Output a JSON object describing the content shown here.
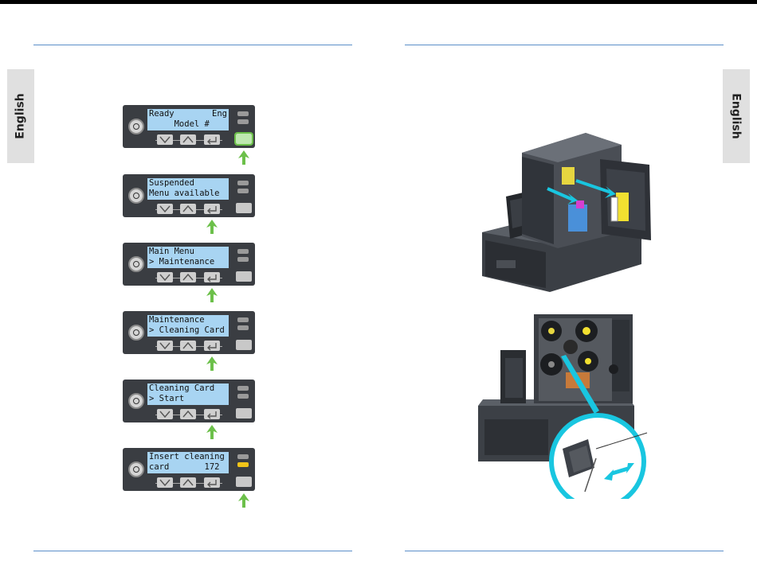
{
  "page": {
    "left_tab": "English",
    "right_tab": "English"
  },
  "panels": [
    {
      "line1_left": "Ready",
      "line1_right": "Eng",
      "line2": "     Model #",
      "light": "green",
      "icon": "gray",
      "arrow_target": "light"
    },
    {
      "line1_left": "Suspended",
      "line1_right": "",
      "line2": "Menu available",
      "light": "gray",
      "icon": "gray",
      "arrow_target": "enter"
    },
    {
      "line1_left": "Main Menu",
      "line1_right": "",
      "line2": "> Maintenance",
      "light": "gray",
      "icon": "gray",
      "arrow_target": "enter"
    },
    {
      "line1_left": "Maintenance",
      "line1_right": "",
      "line2": "> Cleaning Card",
      "light": "gray",
      "icon": "gray",
      "arrow_target": "enter"
    },
    {
      "line1_left": "Cleaning Card",
      "line1_right": "",
      "line2": "> Start",
      "light": "gray",
      "icon": "gray",
      "arrow_target": "enter"
    },
    {
      "line1_left": "Insert cleaning",
      "line1_right": "",
      "line2": "card       172",
      "light": "gray",
      "icon": "yellow",
      "arrow_target": "light"
    }
  ],
  "colors": {
    "rule": "#5b8fc9",
    "lcd": "#a8d4f2",
    "arrow": "#6cc04a",
    "callout": "#19c6e0"
  }
}
